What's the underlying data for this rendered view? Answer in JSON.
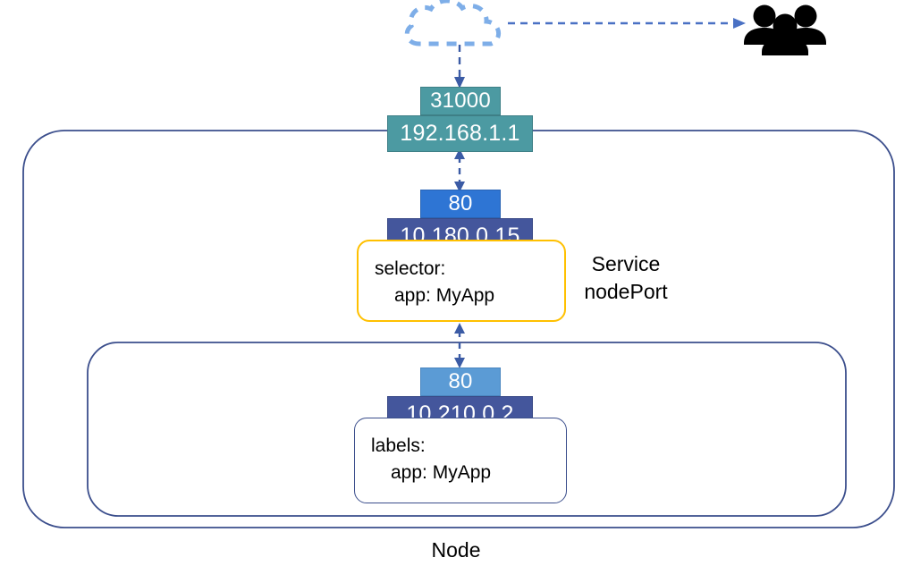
{
  "diagram": {
    "title_bottom": "Node",
    "side_label": {
      "line1": "Service",
      "line2": "nodePort"
    }
  },
  "icons": {
    "cloud": "cloud-icon",
    "users": "users-icon",
    "arrow_cloud_to_users": "dashed-arrow-right-icon",
    "arrow_cloud_to_nodeport": "dashed-arrow-down-icon",
    "arrow_nodeport_to_service": "dashed-arrow-bidirectional-icon",
    "arrow_service_to_pod": "dashed-arrow-bidirectional-icon"
  },
  "nodeport": {
    "port": "31000",
    "ip": "192.168.1.1"
  },
  "service": {
    "port": "80",
    "ip": "10.180.0.15",
    "spec_line1": "selector:",
    "spec_line2": "app: MyApp"
  },
  "pod": {
    "port": "80",
    "ip": "10.210.0.2",
    "spec_line1": "labels:",
    "spec_line2": "app: MyApp"
  },
  "colors": {
    "teal": "#4C9AA2",
    "teal_border": "#3E7F86",
    "blue_bright": "#2E75D4",
    "blue_bright_border": "#2A64B4",
    "blue_light": "#5B9BD5",
    "blue_light_border": "#4A86C0",
    "blue_navy": "#44569C",
    "blue_navy_border": "#3A4A87",
    "outline_navy": "#3B4E8C",
    "accent_yellow": "#FFC000",
    "cloud_blue": "#7EAEE8",
    "users_black": "#000000",
    "text_white": "#FFFFFF",
    "text_black": "#000000"
  }
}
